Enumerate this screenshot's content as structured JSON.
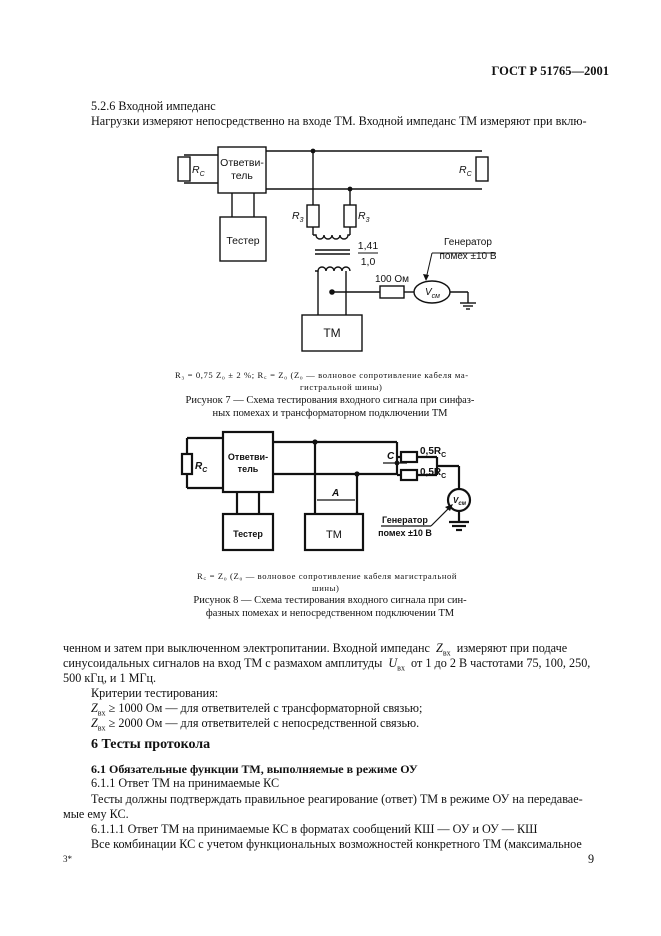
{
  "header": {
    "doc_id": "ГОСТ Р 51765—2001"
  },
  "section_5_2_6": {
    "title": "5.2.6 Входной импеданс",
    "line1": "Нагрузки измеряют непосредственно на входе ТМ. Входной импеданс ТМ измеряют при вклю-"
  },
  "figure7": {
    "labels": {
      "rc_left": "R",
      "rc_left_sub": "C",
      "coupler_line1": "Ответви-",
      "coupler_line2": "тель",
      "rc_right": "R",
      "rc_right_sub": "C",
      "r3_left": "R",
      "r3_right": "R",
      "r3_sub": "3",
      "tester": "Тестер",
      "ratio_top": "1,41",
      "ratio_bottom": "1,0",
      "generator_line1": "Генератор",
      "generator_line2": "помех ±10 В",
      "res_100": "100 Ом",
      "vsm": "V",
      "vsm_sub": "см",
      "tm": "ТМ"
    },
    "note_line1": "R₃ = 0,75 Z₀ ± 2 %; R꜀ = Z₀ (Z₀ — волновое сопротивление кабеля ма-",
    "note_line2": "гистральной шины)",
    "caption_line1": "Рисунок 7 — Схема тестирования входного сигнала при синфаз-",
    "caption_line2": "ных помехах и трансформаторном подключении ТМ"
  },
  "figure8": {
    "labels": {
      "rc": "R",
      "rc_sub": "C",
      "coupler_line1": "Ответви-",
      "coupler_line2": "тель",
      "c": "C",
      "half_rc_1": "0,5R",
      "half_rc_2": "0,5R",
      "half_sub": "C",
      "a": "A",
      "vsm": "V",
      "vsm_sub": "см",
      "tester": "Тестер",
      "tm": "ТМ",
      "generator_line1": "Генератор",
      "generator_line2": "помех ±10 В"
    },
    "note_line1": "R꜀ = Z₀ (Z₀ — волновое сопротивление кабеля магистральной",
    "note_line2": "шины)",
    "caption_line1": "Рисунок 8 — Схема тестирования входного сигнала при син-",
    "caption_line2": "фазных помехах и непосредственном подключении ТМ"
  },
  "body_text": {
    "p1_line1_a": "ченном и затем при выключенном электропитании. Входной импеданс",
    "p1_line1_b": "измеряют при подаче",
    "p1_line2_a": "синусоидальных сигналов на вход ТМ с размахом амплитуды",
    "p1_line2_b": "от 1 до 2 В частотами 75, 100, 250,",
    "p1_line3": "500 кГц, и 1 МГц.",
    "criteria": "Критерии тестирования:",
    "crit1": "≥ 1000 Ом — для ответвителей с трансформаторной связью;",
    "crit2": "≥ 2000 Ом — для ответвителей с непосредственной связью.",
    "z_var": "Z",
    "u_var": "U",
    "vx_sub": "вх"
  },
  "section_6": {
    "title": "6 Тесты протокола",
    "s6_1_title": "6.1 Обязательные функции ТМ, выполняемые в режиме ОУ",
    "s6_1_1": "6.1.1 Ответ ТМ на принимаемые КС",
    "p2_line1": "Тесты должны подтверждать правильное реагирование (ответ) ТМ в режиме ОУ на передавае-",
    "p2_line2": "мые ему КС.",
    "s6_1_1_1": "6.1.1.1 Ответ ТМ на принимаемые КС в форматах сообщений КШ — ОУ и ОУ — КШ",
    "p3_line1": "Все комбинации КС с учетом функциональных возможностей конкретного ТМ (максимальное"
  },
  "footer": {
    "left_mark": "3*",
    "page_number": "9"
  }
}
